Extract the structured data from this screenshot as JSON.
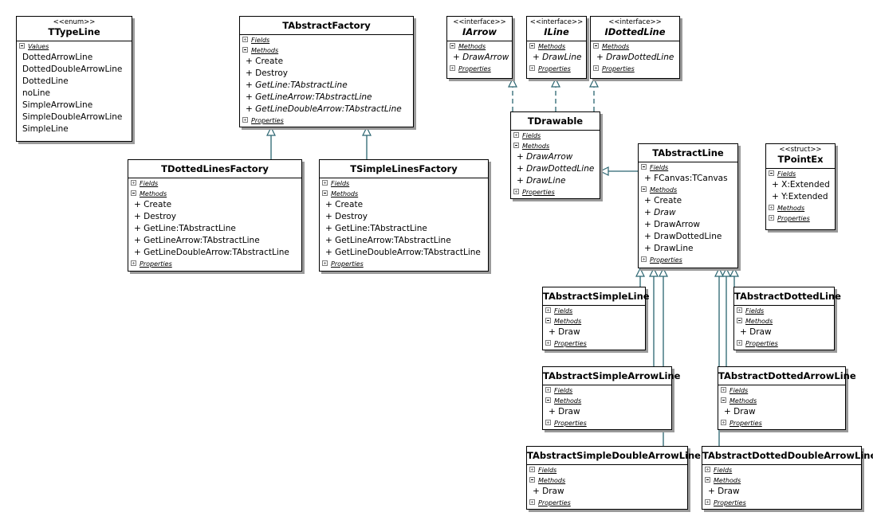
{
  "classes": [
    {
      "id": "ttypeline",
      "stereotype": "<<enum>>",
      "name": "TTypeLine",
      "sections": [
        {
          "label": "Values",
          "open": true,
          "items": [
            "DottedArrowLine",
            "DottedDoubleArrowLine",
            "DottedLine",
            "noLine",
            "SimpleArrowLine",
            "SimpleDoubleArrowLine",
            "SimpleLine"
          ]
        }
      ]
    },
    {
      "id": "tabstractfactory",
      "name": "TAbstractFactory",
      "sections": [
        {
          "label": "Fields",
          "open": false
        },
        {
          "label": "Methods",
          "open": true,
          "items": [
            "+ Create",
            "+ Destroy",
            {
              "text": "+ GetLine:TAbstractLine",
              "italic": true
            },
            {
              "text": "+ GetLineArrow:TAbstractLine",
              "italic": true
            },
            {
              "text": "+ GetLineDoubleArrow:TAbstractLine",
              "italic": true
            }
          ]
        },
        {
          "label": "Properties",
          "open": false
        }
      ]
    },
    {
      "id": "tdottedlinesfactory",
      "name": "TDottedLinesFactory",
      "sections": [
        {
          "label": "Fields",
          "open": false
        },
        {
          "label": "Methods",
          "open": true,
          "items": [
            "+ Create",
            "+ Destroy",
            "+ GetLine:TAbstractLine",
            "+ GetLineArrow:TAbstractLine",
            "+ GetLineDoubleArrow:TAbstractLine"
          ]
        },
        {
          "label": "Properties",
          "open": false
        }
      ]
    },
    {
      "id": "tsimplelinesfactory",
      "name": "TSimpleLinesFactory",
      "sections": [
        {
          "label": "Fields",
          "open": false
        },
        {
          "label": "Methods",
          "open": true,
          "items": [
            "+ Create",
            "+ Destroy",
            "+ GetLine:TAbstractLine",
            "+ GetLineArrow:TAbstractLine",
            "+ GetLineDoubleArrow:TAbstractLine"
          ]
        },
        {
          "label": "Properties",
          "open": false
        }
      ]
    },
    {
      "id": "iarrow",
      "stereotype": "<<interface>>",
      "name": "IArrow",
      "abstract": true,
      "sections": [
        {
          "label": "Methods",
          "open": true,
          "items": [
            {
              "text": "+ DrawArrow",
              "italic": true
            }
          ]
        },
        {
          "label": "Properties",
          "open": false
        }
      ]
    },
    {
      "id": "iline",
      "stereotype": "<<interface>>",
      "name": "ILine",
      "abstract": true,
      "sections": [
        {
          "label": "Methods",
          "open": true,
          "items": [
            {
              "text": "+ DrawLine",
              "italic": true
            }
          ]
        },
        {
          "label": "Properties",
          "open": false
        }
      ]
    },
    {
      "id": "idottedline",
      "stereotype": "<<interface>>",
      "name": "IDottedLine",
      "abstract": true,
      "sections": [
        {
          "label": "Methods",
          "open": true,
          "items": [
            {
              "text": "+ DrawDottedLine",
              "italic": true
            }
          ]
        },
        {
          "label": "Properties",
          "open": false
        }
      ]
    },
    {
      "id": "tdrawable",
      "name": "TDrawable",
      "sections": [
        {
          "label": "Fields",
          "open": false
        },
        {
          "label": "Methods",
          "open": true,
          "items": [
            {
              "text": "+ DrawArrow",
              "italic": true
            },
            {
              "text": "+ DrawDottedLine",
              "italic": true
            },
            {
              "text": "+ DrawLine",
              "italic": true
            }
          ]
        },
        {
          "label": "Properties",
          "open": false
        }
      ]
    },
    {
      "id": "tabstractline",
      "name": "TAbstractLine",
      "sections": [
        {
          "label": "Fields",
          "open": true,
          "items": [
            "+ FCanvas:TCanvas"
          ]
        },
        {
          "label": "Methods",
          "open": true,
          "items": [
            "+ Create",
            {
              "text": "+ Draw",
              "italic": true
            },
            "+ DrawArrow",
            "+ DrawDottedLine",
            "+ DrawLine"
          ]
        },
        {
          "label": "Properties",
          "open": false
        }
      ]
    },
    {
      "id": "tpointex",
      "stereotype": "<<struct>>",
      "name": "TPointEx",
      "sections": [
        {
          "label": "Fields",
          "open": true,
          "items": [
            "+ X:Extended",
            "+ Y:Extended"
          ]
        },
        {
          "label": "Methods",
          "open": false
        },
        {
          "label": "Properties",
          "open": false
        }
      ]
    },
    {
      "id": "tabstractsimpleline",
      "name": "TAbstractSimpleLine",
      "sections": [
        {
          "label": "Fields",
          "open": false
        },
        {
          "label": "Methods",
          "open": true,
          "items": [
            "+ Draw"
          ]
        },
        {
          "label": "Properties",
          "open": false
        }
      ]
    },
    {
      "id": "tabstractdottedline",
      "name": "TAbstractDottedLine",
      "sections": [
        {
          "label": "Fields",
          "open": false
        },
        {
          "label": "Methods",
          "open": true,
          "items": [
            "+ Draw"
          ]
        },
        {
          "label": "Properties",
          "open": false
        }
      ]
    },
    {
      "id": "tabstractsimplearrowline",
      "name": "TAbstractSimpleArrowLine",
      "sections": [
        {
          "label": "Fields",
          "open": false
        },
        {
          "label": "Methods",
          "open": true,
          "items": [
            "+ Draw"
          ]
        },
        {
          "label": "Properties",
          "open": false
        }
      ]
    },
    {
      "id": "tabstractdottedarrowline",
      "name": "TAbstractDottedArrowLine",
      "sections": [
        {
          "label": "Fields",
          "open": false
        },
        {
          "label": "Methods",
          "open": true,
          "items": [
            "+ Draw"
          ]
        },
        {
          "label": "Properties",
          "open": false
        }
      ]
    },
    {
      "id": "tabstractsimpledoublearrowline",
      "name": "TAbstractSimpleDoubleArrowLine",
      "sections": [
        {
          "label": "Fields",
          "open": false
        },
        {
          "label": "Methods",
          "open": true,
          "items": [
            "+ Draw"
          ]
        },
        {
          "label": "Properties",
          "open": false
        }
      ]
    },
    {
      "id": "tabstractdotteddoublearrowline",
      "name": "TAbstractDottedDoubleArrowLine",
      "sections": [
        {
          "label": "Fields",
          "open": false
        },
        {
          "label": "Methods",
          "open": true,
          "items": [
            "+ Draw"
          ]
        },
        {
          "label": "Properties",
          "open": false
        }
      ]
    }
  ],
  "relations": [
    {
      "from": "tdottedlinesfactory",
      "to": "tabstractfactory",
      "kind": "generalization"
    },
    {
      "from": "tsimplelinesfactory",
      "to": "tabstractfactory",
      "kind": "generalization"
    },
    {
      "from": "tdrawable",
      "to": "iarrow",
      "kind": "realization"
    },
    {
      "from": "tdrawable",
      "to": "iline",
      "kind": "realization"
    },
    {
      "from": "tdrawable",
      "to": "idottedline",
      "kind": "realization"
    },
    {
      "from": "tabstractline",
      "to": "tdrawable",
      "kind": "generalization"
    },
    {
      "from": "tabstractsimpleline",
      "to": "tabstractline",
      "kind": "generalization"
    },
    {
      "from": "tabstractsimplearrowline",
      "to": "tabstractline",
      "kind": "generalization"
    },
    {
      "from": "tabstractsimpledoublearrowline",
      "to": "tabstractline",
      "kind": "generalization"
    },
    {
      "from": "tabstractdottedline",
      "to": "tabstractline",
      "kind": "generalization"
    },
    {
      "from": "tabstractdottedarrowline",
      "to": "tabstractline",
      "kind": "generalization"
    },
    {
      "from": "tabstractdotteddoublearrowline",
      "to": "tabstractline",
      "kind": "generalization"
    }
  ],
  "colors": {
    "connector": "#2a6570",
    "box_border": "#000000",
    "box_shadow": "#9a9a9a",
    "background": "#ffffff"
  }
}
